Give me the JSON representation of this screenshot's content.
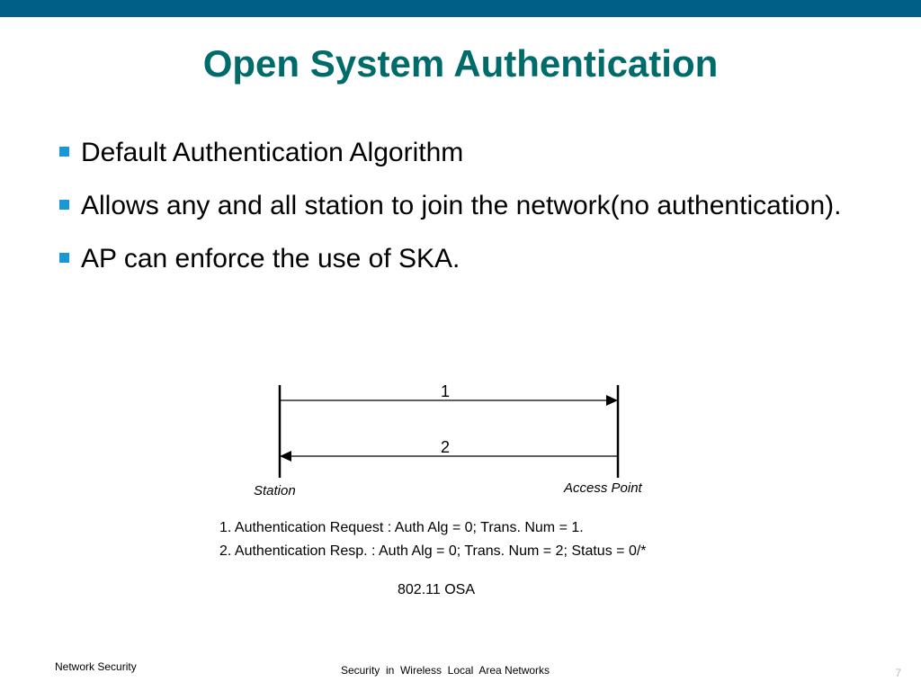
{
  "slide": {
    "title": "Open System Authentication",
    "bullets": [
      "Default Authentication Algorithm",
      "Allows any and all station to join the network(no authentication).",
      "AP can enforce the use of SKA."
    ]
  },
  "diagram": {
    "arrow1_label": "1",
    "arrow2_label": "2",
    "left_label": "Station",
    "right_label": "Access  Point",
    "step1": "1. Authentication Request : Auth Alg = 0; Trans. Num = 1.",
    "step2": "2. Authentication Resp. : Auth Alg = 0; Trans. Num = 2; Status = 0/*",
    "caption": "802.11  OSA"
  },
  "footer": {
    "left": "Network Security",
    "center": "Security  in  Wireless  Local  Area Networks",
    "page": "7"
  },
  "colors": {
    "top_bar": "#005f87",
    "title": "#006b6b",
    "bullet_marker": "#1a98d5"
  }
}
